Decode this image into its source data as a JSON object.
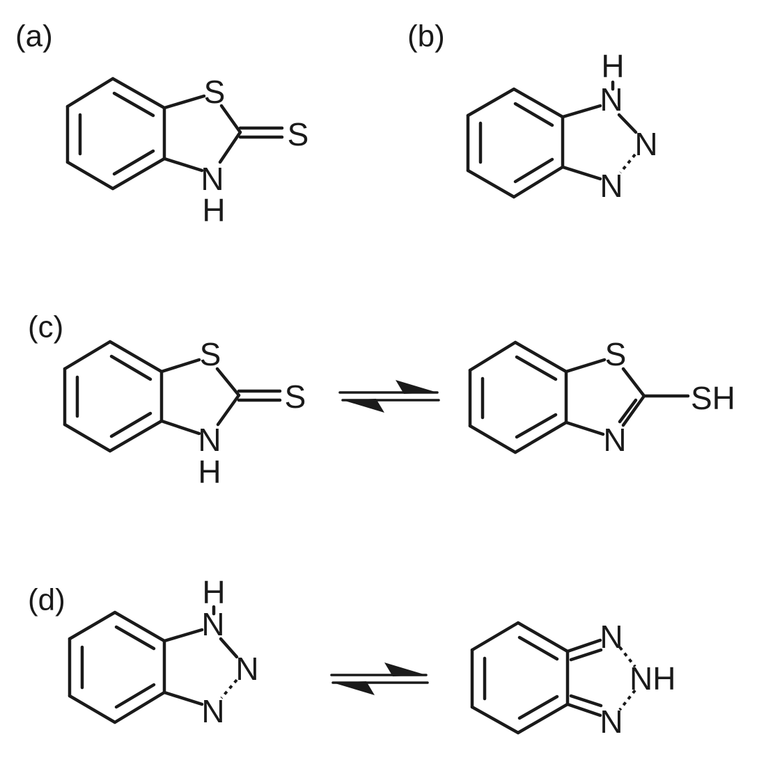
{
  "panels": [
    {
      "label": "(a)",
      "molecules": [
        {
          "atoms": [
            "S",
            "S",
            "N",
            "H"
          ]
        }
      ]
    },
    {
      "label": "(b)",
      "molecules": [
        {
          "atoms": [
            "H",
            "N",
            "N",
            "N"
          ]
        }
      ]
    },
    {
      "label": "(c)",
      "molecules": [
        {
          "atoms": [
            "S",
            "S",
            "N",
            "H"
          ]
        },
        {
          "atoms": [
            "S",
            "SH",
            "N"
          ]
        }
      ]
    },
    {
      "label": "(d)",
      "molecules": [
        {
          "atoms": [
            "H",
            "N",
            "N",
            "N"
          ]
        },
        {
          "atoms": [
            "N",
            "NH",
            "N"
          ]
        }
      ]
    }
  ],
  "colors": {
    "ink": "#1a1a1a",
    "background": "#ffffff"
  }
}
